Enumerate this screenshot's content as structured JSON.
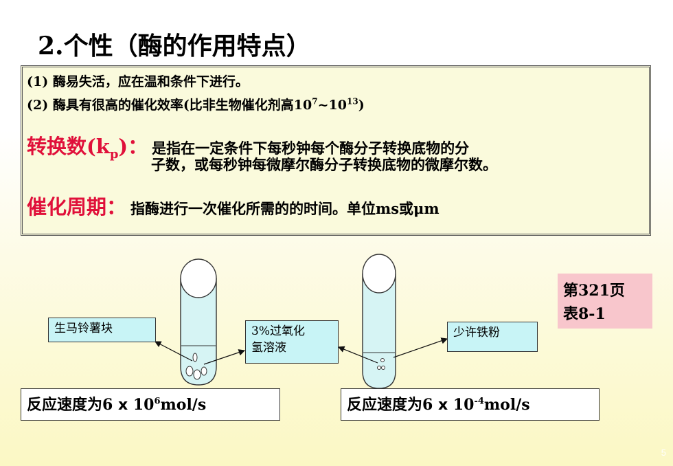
{
  "title": "2.个性（酶的作用特点）",
  "box": {
    "line1": "(1) 酶易失活，应在温和条件下进行。",
    "line2_prefix": "(2) 酶具有很高的催化效率(比非生物催化剂高10",
    "line2_exp1": "7",
    "line2_mid": "~10",
    "line2_exp2": "13",
    "line2_suffix": ")",
    "kcat_term": "转换数(k",
    "kcat_sub": "p",
    "kcat_term_end": ")：",
    "kcat_def1": "是指在一定条件下每秒钟每个酶分子转换底物的分",
    "kcat_def2": "子数，或每秒钟每微摩尔酶分子转换底物的微摩尔数。",
    "cycle_term": "催化周期：",
    "cycle_def": "指酶进行一次催化所需的的时间。单位ms或μm"
  },
  "reference": {
    "line1": "第321页",
    "line2": "表8-1"
  },
  "labels": {
    "potato": "生马铃薯块",
    "h2o2_line1": "3%过氧化",
    "h2o2_line2": "氢溶液",
    "iron": "少许铁粉"
  },
  "rates": {
    "left_prefix": "反应速度为6 ",
    "left_x": "x",
    "left_base": " 10",
    "left_exp": "6",
    "left_unit": "mol/s",
    "right_prefix": "反应速度为6 ",
    "right_x": "x",
    "right_base": " 10",
    "right_exp": "-4",
    "right_unit": "mol/s"
  },
  "page_number": "5"
}
